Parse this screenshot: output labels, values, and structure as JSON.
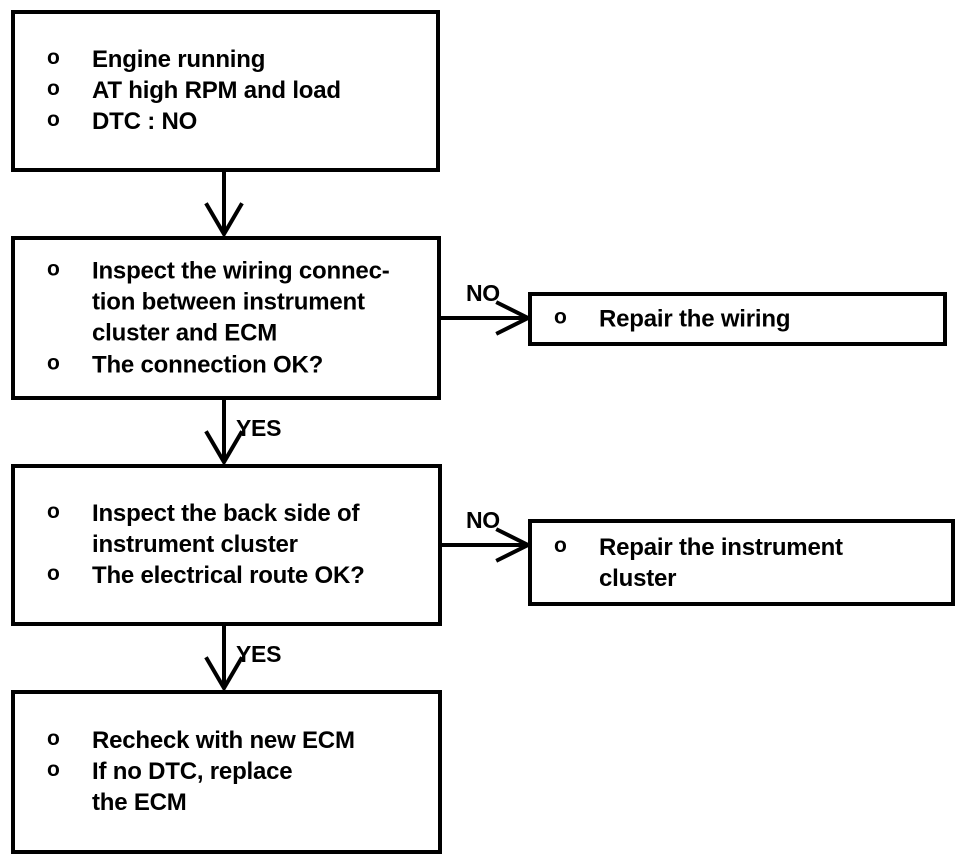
{
  "diagram": {
    "title": "ECM / instrument cluster diagnostic flowchart",
    "bullet_glyph": "o",
    "line_color": "#000000",
    "box_border_color": "#000000",
    "background_color": "#ffffff"
  },
  "nodes": {
    "start": {
      "id": "start",
      "lines": [
        "Engine running",
        "AT high RPM and load",
        "DTC : NO"
      ]
    },
    "check_wiring": {
      "id": "check_wiring",
      "lines": [
        "Inspect the wiring connec-\ntion between instrument\ncluster and ECM",
        "The connection OK?"
      ]
    },
    "repair_wiring": {
      "id": "repair_wiring",
      "lines": [
        "Repair the wiring"
      ]
    },
    "check_cluster": {
      "id": "check_cluster",
      "lines": [
        "Inspect the back side of\ninstrument cluster",
        "The electrical route OK?"
      ]
    },
    "repair_cluster": {
      "id": "repair_cluster",
      "lines": [
        "Repair the instrument\ncluster"
      ]
    },
    "recheck_ecm": {
      "id": "recheck_ecm",
      "lines": [
        "Recheck with new ECM",
        "If no DTC, replace\nthe ECM"
      ]
    }
  },
  "edges": {
    "start_to_check_wiring": {
      "label": ""
    },
    "check_wiring_no": {
      "label": "NO"
    },
    "check_wiring_yes": {
      "label": "YES"
    },
    "check_cluster_no": {
      "label": "NO"
    },
    "check_cluster_yes": {
      "label": "YES"
    }
  }
}
